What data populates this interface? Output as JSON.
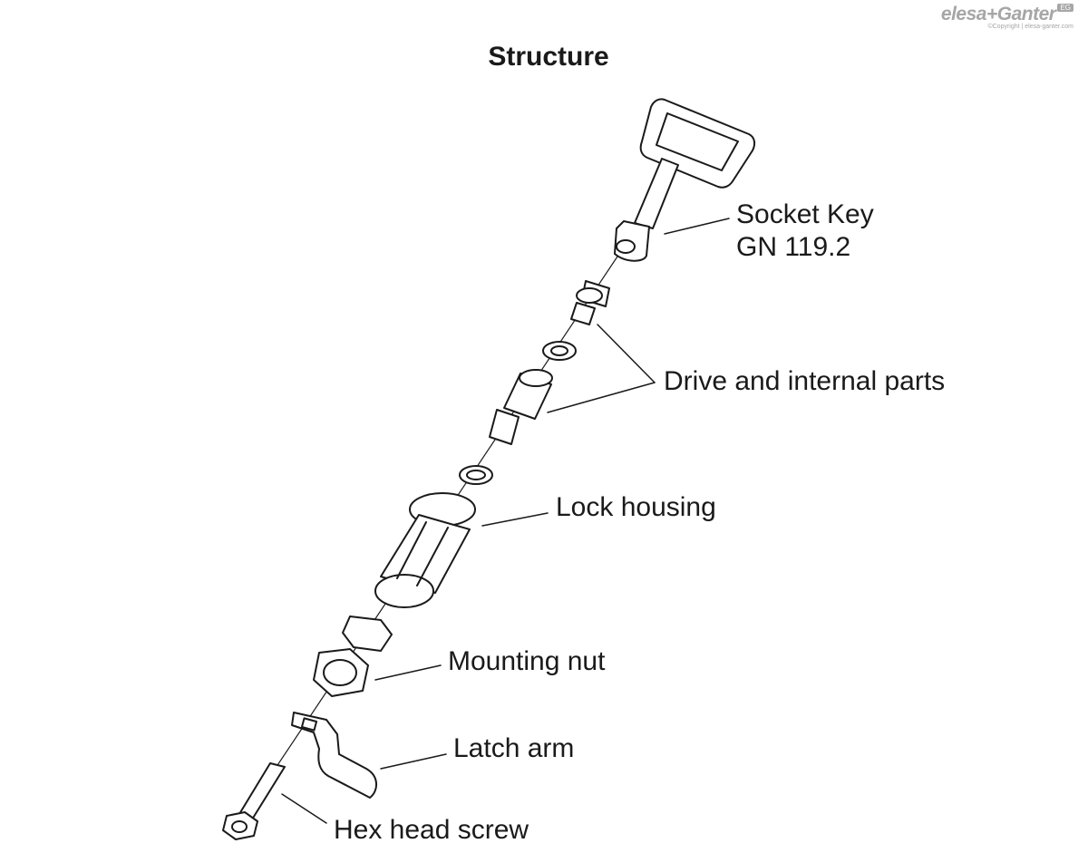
{
  "title": "Structure",
  "brand": {
    "name": "elesa+Ganter",
    "badge": "EG",
    "copyright": "©Copyright | elesa-ganter.com"
  },
  "parts": [
    {
      "id": "socket-key",
      "lines": [
        "Socket Key",
        "GN 119.2"
      ]
    },
    {
      "id": "drive-internal-parts",
      "lines": [
        "Drive and internal parts"
      ]
    },
    {
      "id": "lock-housing",
      "lines": [
        "Lock housing"
      ]
    },
    {
      "id": "mounting-nut",
      "lines": [
        "Mounting nut"
      ]
    },
    {
      "id": "latch-arm",
      "lines": [
        "Latch arm"
      ]
    },
    {
      "id": "hex-head-screw",
      "lines": [
        "Hex head screw"
      ]
    }
  ]
}
